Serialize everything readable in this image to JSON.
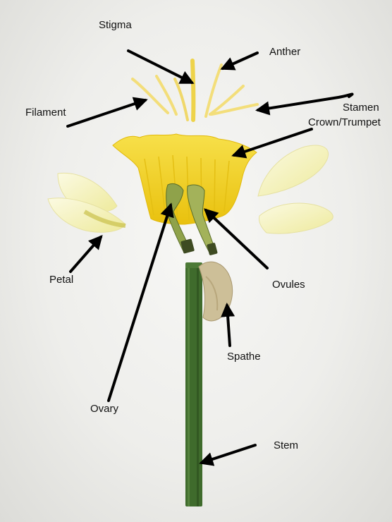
{
  "labels": {
    "stigma": "Stigma",
    "anther": "Anther",
    "filament": "Filament",
    "stamen": "Stamen",
    "crown": "Crown/Trumpet",
    "petal": "Petal",
    "ovules": "Ovules",
    "spathe": "Spathe",
    "ovary": "Ovary",
    "stem": "Stem"
  },
  "colors": {
    "crown": "#f2d21a",
    "petal": "#f6f3c6",
    "stamen": "#f3da6a",
    "stem": "#3f6b2c",
    "spathe": "#cfc09a",
    "arrow": "#000000"
  }
}
